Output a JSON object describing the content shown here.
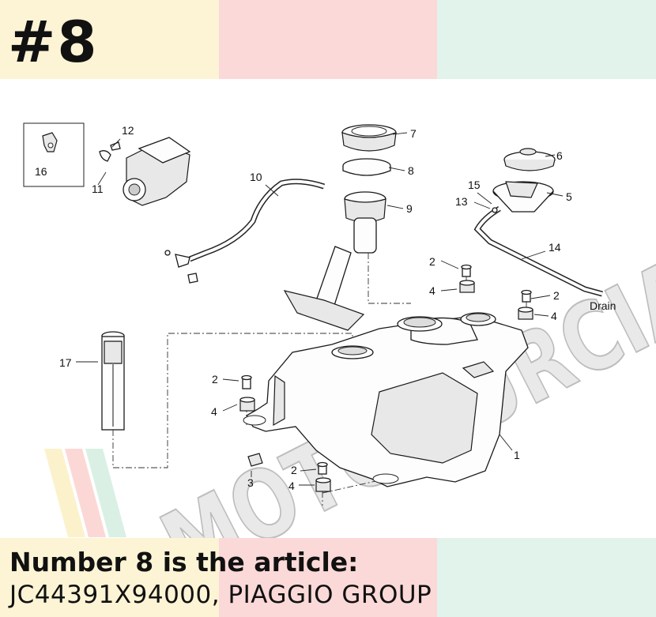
{
  "header": {
    "badge": "#8",
    "band_colors": [
      "#fcf4d4",
      "#fbd9d8",
      "#e1f3ea"
    ]
  },
  "footer": {
    "line1": "Number 8 is the article:",
    "line2": "JC44391X94000, PIAGGIO GROUP"
  },
  "watermark": {
    "text": "MOTOMURCIA",
    "stripe_colors": [
      "#fbf1c7",
      "#fbd4d2",
      "#d6efe3"
    ]
  },
  "callouts": {
    "c1": "1",
    "c2a": "2",
    "c2b": "2",
    "c2c": "2",
    "c2d": "2",
    "c3": "3",
    "c4a": "4",
    "c4b": "4",
    "c4c": "4",
    "c4d": "4",
    "c5": "5",
    "c6": "6",
    "c7": "7",
    "c8": "8",
    "c9": "9",
    "c10": "10",
    "c11": "11",
    "c12": "12",
    "c13": "13",
    "c14": "14",
    "c15": "15",
    "c16": "16",
    "c17": "17",
    "drain": "Drain"
  }
}
